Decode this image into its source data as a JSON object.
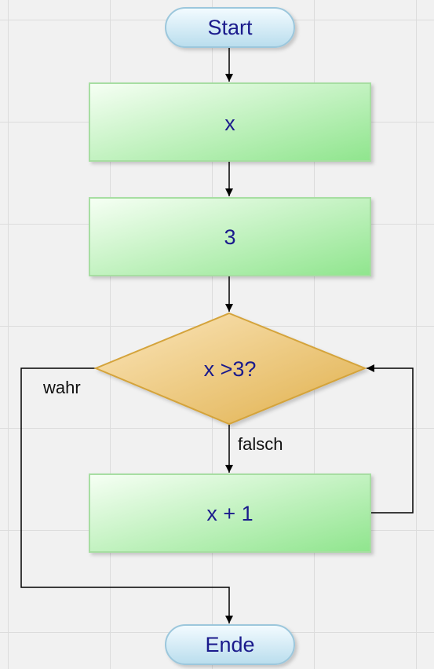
{
  "flowchart": {
    "start": "Start",
    "step_1": "x",
    "step_2": "3",
    "decision": "x >3?",
    "label_true": "wahr",
    "label_false": "falsch",
    "step_3": "x + 1",
    "end": "Ende"
  },
  "colors": {
    "terminal_fill_top": "#f3fbff",
    "terminal_fill_bottom": "#b9dded",
    "terminal_stroke": "#9cc7dc",
    "process_fill_top": "#f6fff4",
    "process_fill_bottom": "#8fe58d",
    "process_stroke": "#a7dea2",
    "decision_fill_top": "#fbe6bc",
    "decision_fill_bottom": "#e0b04c",
    "decision_stroke": "#d4a33a",
    "text": "#1a1a8c",
    "connector": "#000000"
  }
}
